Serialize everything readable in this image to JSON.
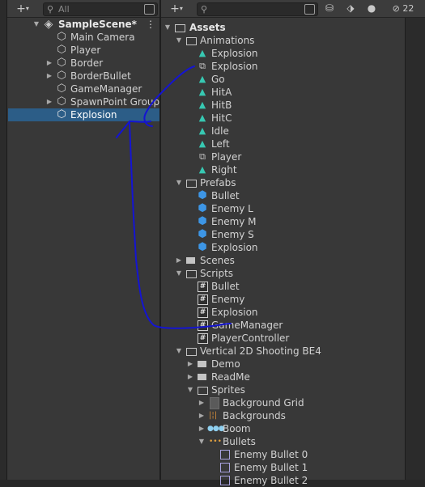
{
  "colors": {
    "selection": "#2c5d87",
    "panel": "#383838",
    "ink": "#1414d2",
    "prefab": "#3d96e6",
    "anim": "#37c8b2"
  },
  "hierarchy": {
    "search_placeholder": "All",
    "scene": "SampleScene*",
    "items": [
      {
        "label": "Main Camera",
        "arrow": false
      },
      {
        "label": "Player",
        "arrow": false
      },
      {
        "label": "Border",
        "arrow": true
      },
      {
        "label": "BorderBullet",
        "arrow": true
      },
      {
        "label": "GameManager",
        "arrow": false
      },
      {
        "label": "SpawnPoint Group",
        "arrow": true
      },
      {
        "label": "Explosion",
        "arrow": false,
        "selected": true
      }
    ]
  },
  "project": {
    "badge_count": "22",
    "tree": {
      "assets": "Assets",
      "animations": {
        "label": "Animations",
        "items": [
          "Explosion",
          "Explosion",
          "Go",
          "HitA",
          "HitB",
          "HitC",
          "Idle",
          "Left",
          "Player",
          "Right"
        ]
      },
      "prefabs": {
        "label": "Prefabs",
        "items": [
          "Bullet",
          "Enemy L",
          "Enemy M",
          "Enemy S",
          "Explosion"
        ]
      },
      "scenes": "Scenes",
      "scripts": {
        "label": "Scripts",
        "items": [
          "Bullet",
          "Enemy",
          "Explosion",
          "GameManager",
          "PlayerController"
        ]
      },
      "package": {
        "label": "Vertical 2D Shooting BE4",
        "demo": "Demo",
        "readme": "ReadMe",
        "sprites": "Sprites"
      },
      "sprites_items": [
        "Background Grid",
        "Backgrounds",
        "Boom",
        "Bullets"
      ],
      "bullets_items": [
        "Enemy Bullet 0",
        "Enemy Bullet 1",
        "Enemy Bullet 2"
      ]
    }
  }
}
